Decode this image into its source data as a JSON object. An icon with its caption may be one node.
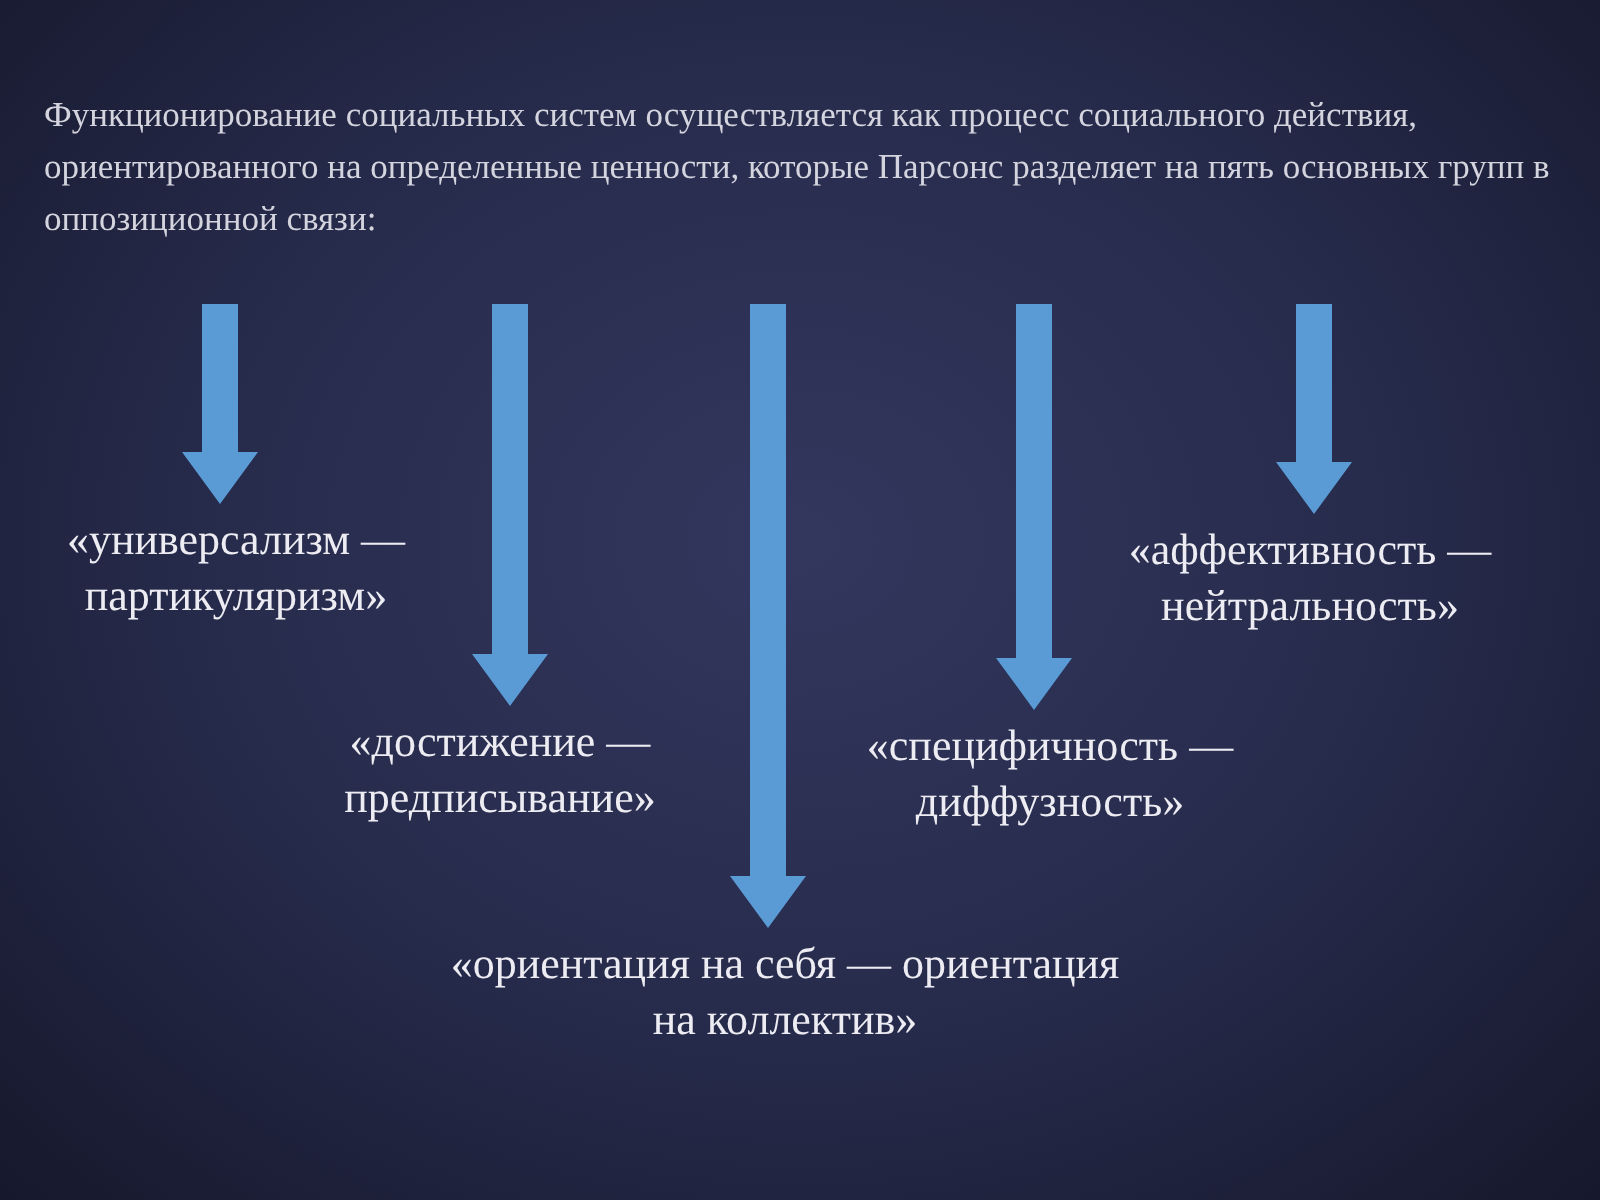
{
  "diagram": {
    "nodes": [
      {
        "text": [
          "Функционирование социальных систем осуществляется как процесс социального действия, ориентированного на определенные ценности, которые Парсонс разделяет на пять основных групп в оппозиционной связи:"
        ]
      },
      {
        "text": [
          "«универсализм — партикуляризм»"
        ]
      },
      {
        "text": [
          "«достижение — предписывание»"
        ]
      },
      {
        "text": [
          "«ориентация на себя — ориентация на коллектив»"
        ]
      },
      {
        "text": [
          "«специфичность — диффузность»"
        ]
      },
      {
        "text": [
          "«аффективность — нейтральность»"
        ]
      }
    ],
    "edges": [
      {
        "from": 0,
        "to": 1,
        "arrow": "to",
        "style": "thick"
      },
      {
        "from": 0,
        "to": 2,
        "arrow": "to",
        "style": "thick"
      },
      {
        "from": 0,
        "to": 3,
        "arrow": "to",
        "style": "thick"
      },
      {
        "from": 0,
        "to": 4,
        "arrow": "to",
        "style": "thick"
      },
      {
        "from": 0,
        "to": 5,
        "arrow": "to",
        "style": "thick"
      }
    ]
  }
}
